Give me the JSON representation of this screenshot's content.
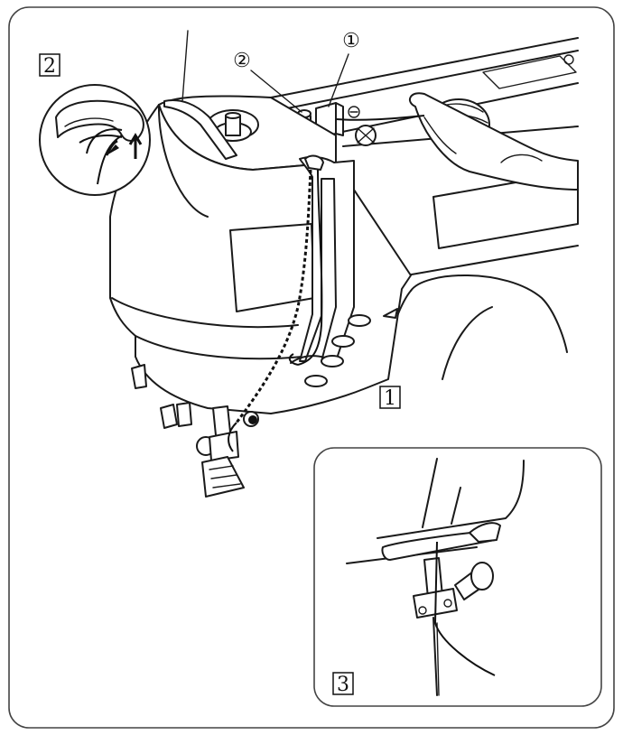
{
  "labels": {
    "callout_1": "①",
    "callout_2": "②",
    "step_1": "1",
    "step_2": "2",
    "step_3": "3"
  },
  "colors": {
    "line": "#1a1a1a",
    "background": "#ffffff",
    "frame": "#444444"
  }
}
